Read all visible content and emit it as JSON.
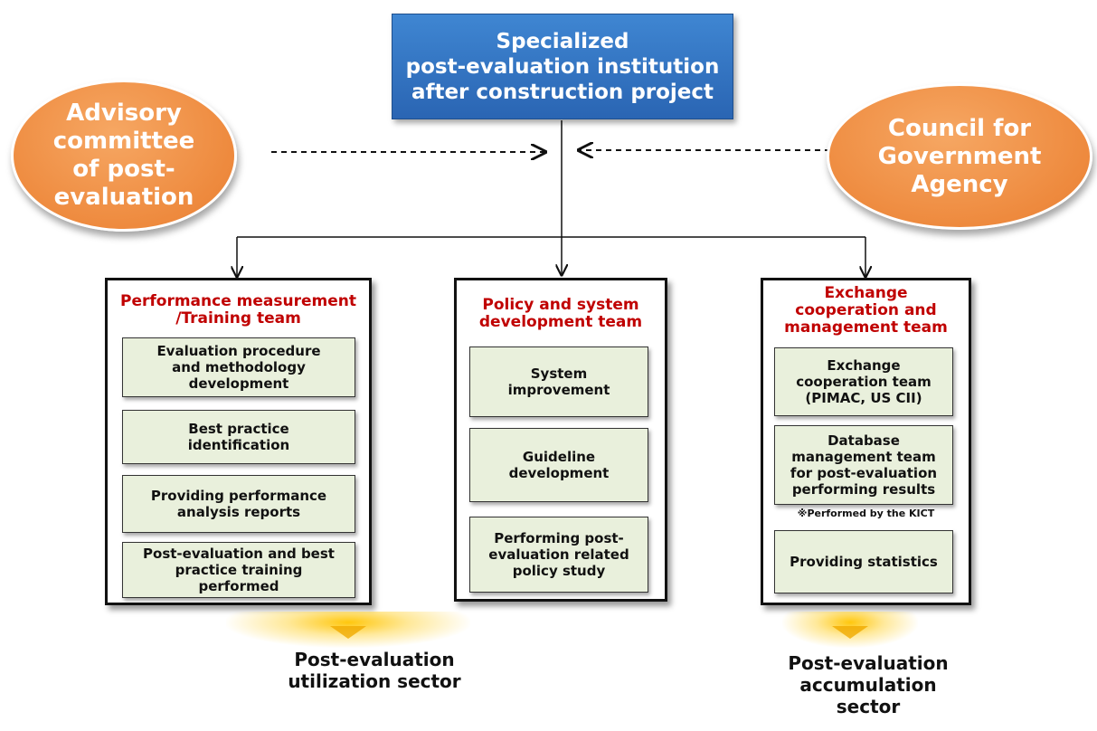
{
  "top": {
    "lines": [
      "Specialized",
      "post-evaluation institution",
      "after construction project"
    ]
  },
  "left_ellipse": {
    "lines": [
      "Advisory",
      "committee",
      "of post-",
      "evaluation"
    ]
  },
  "right_ellipse": {
    "lines": [
      "Council for",
      "Government",
      "Agency"
    ]
  },
  "teams": [
    {
      "title_lines": [
        "Performance measurement",
        "/Training team"
      ],
      "items": [
        [
          "Evaluation procedure",
          "and methodology",
          "development"
        ],
        [
          "Best practice",
          "identification"
        ],
        [
          "Providing performance",
          "analysis reports"
        ],
        [
          "Post-evaluation and best",
          "practice training",
          "performed"
        ]
      ]
    },
    {
      "title_lines": [
        "Policy and system",
        "development team"
      ],
      "items": [
        [
          "System",
          "improvement"
        ],
        [
          "Guideline",
          "development"
        ],
        [
          "Performing post-",
          "evaluation related",
          "policy study"
        ]
      ]
    },
    {
      "title_lines": [
        "Exchange",
        "cooperation and",
        "management team"
      ],
      "items": [
        [
          "Exchange",
          "cooperation team",
          "(PIMAC, US CII)"
        ],
        [
          "Database",
          "management team",
          "for post-evaluation",
          "performing results"
        ],
        [
          "Providing statistics"
        ]
      ],
      "note": "※Performed by the KICT"
    }
  ],
  "sectors": {
    "utilization": [
      "Post-evaluation",
      "utilization sector"
    ],
    "accumulation": [
      "Post-evaluation",
      "accumulation",
      "sector"
    ]
  },
  "colors": {
    "top_box": "#2f72c4",
    "ellipse": "#ee8a3e",
    "team_title": "#c00000",
    "item_fill": "#e9f0dc"
  }
}
